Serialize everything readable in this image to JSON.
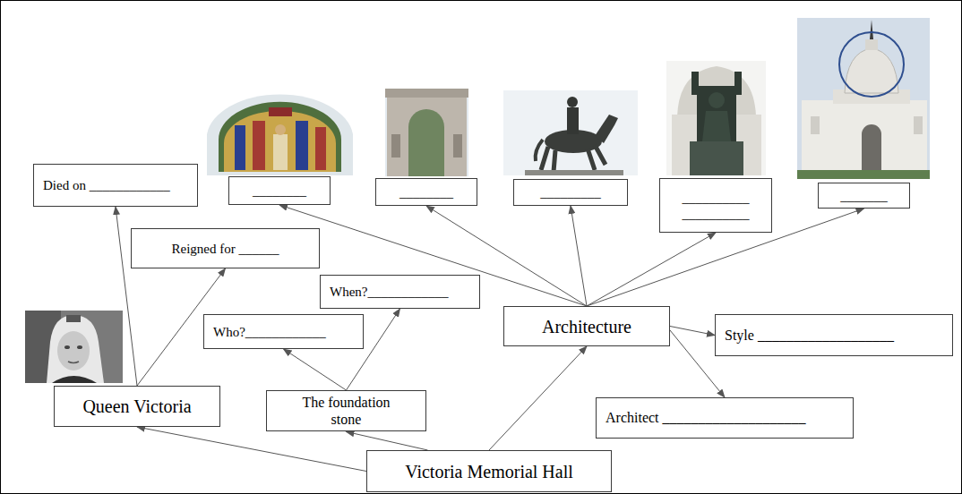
{
  "diagram": {
    "nodes": [
      {
        "text": [
          "Died on ____________"
        ]
      },
      {
        "text": [
          "________"
        ]
      },
      {
        "text": [
          "________"
        ]
      },
      {
        "text": [
          "_________"
        ]
      },
      {
        "text": [
          "__________",
          "__________"
        ]
      },
      {
        "text": [
          "_______"
        ]
      },
      {
        "text": [
          "Reigned for ______"
        ]
      },
      {
        "text": [
          "When?____________"
        ]
      },
      {
        "text": [
          "Architecture"
        ]
      },
      {
        "text": [
          "Who?____________"
        ]
      },
      {
        "text": [
          "Style ___________________"
        ]
      },
      {
        "text": [
          "Queen Victoria"
        ]
      },
      {
        "text": [
          "The foundation stone"
        ]
      },
      {
        "text": [
          "Architect ____________________"
        ]
      },
      {
        "text": [
          "Victoria Memorial Hall"
        ]
      }
    ],
    "edges": [
      {
        "from": 14,
        "to": 11,
        "arrow": "to"
      },
      {
        "from": 14,
        "to": 12,
        "arrow": "to"
      },
      {
        "from": 14,
        "to": 8,
        "arrow": "to"
      },
      {
        "from": 11,
        "to": 0,
        "arrow": "to"
      },
      {
        "from": 11,
        "to": 6,
        "arrow": "to"
      },
      {
        "from": 12,
        "to": 9,
        "arrow": "to"
      },
      {
        "from": 12,
        "to": 7,
        "arrow": "to"
      },
      {
        "from": 8,
        "to": 1,
        "arrow": "to"
      },
      {
        "from": 8,
        "to": 2,
        "arrow": "to"
      },
      {
        "from": 8,
        "to": 3,
        "arrow": "to"
      },
      {
        "from": 8,
        "to": 4,
        "arrow": "to"
      },
      {
        "from": 8,
        "to": 5,
        "arrow": "to"
      },
      {
        "from": 8,
        "to": 10,
        "arrow": "to"
      },
      {
        "from": 8,
        "to": 13,
        "arrow": "to"
      }
    ]
  }
}
